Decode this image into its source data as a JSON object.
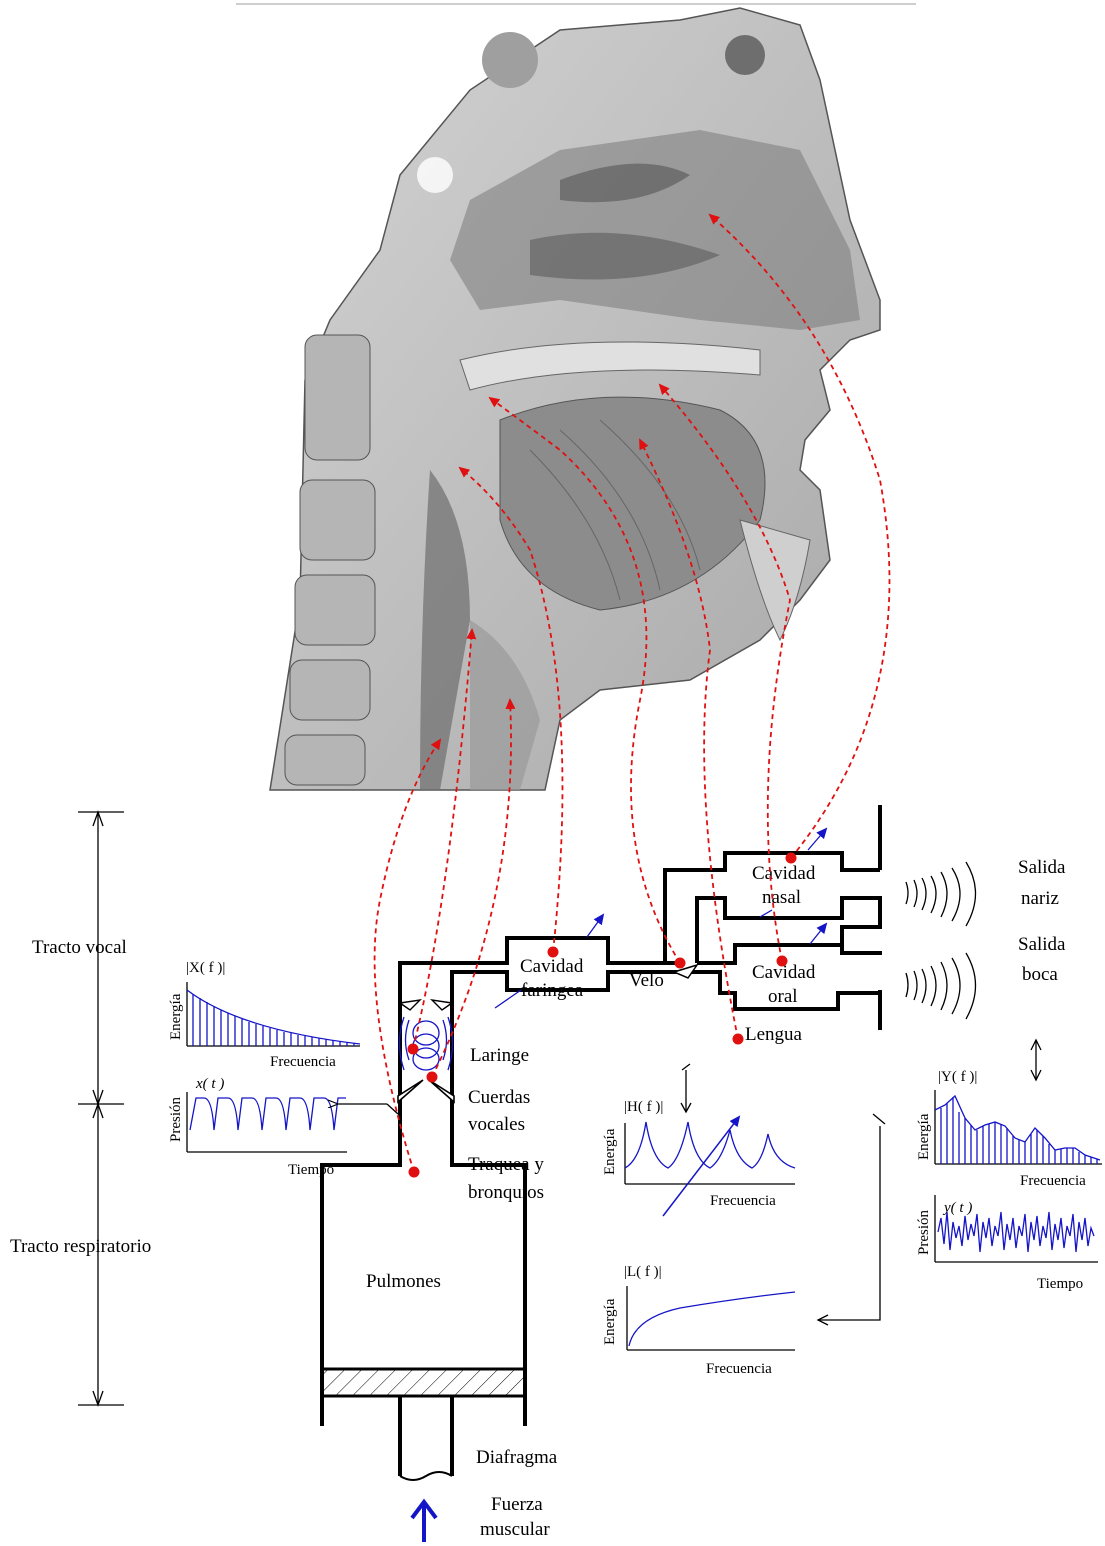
{
  "labels": {
    "tracto_vocal": "Tracto vocal",
    "tracto_respiratorio": "Tracto respiratorio",
    "cavidad_faringea_1": "Cavidad",
    "cavidad_faringea_2": "faringea",
    "cavidad_nasal_1": "Cavidad",
    "cavidad_nasal_2": "nasal",
    "cavidad_oral_1": "Cavidad",
    "cavidad_oral_2": "oral",
    "velo": "Velo",
    "lengua": "Lengua",
    "laringe": "Laringe",
    "cuerdas_1": "Cuerdas",
    "cuerdas_2": "vocales",
    "traquea_1": "Traquea y",
    "traquea_2": "bronquios",
    "pulmones": "Pulmones",
    "diafragma": "Diafragma",
    "fuerza_1": "Fuerza",
    "fuerza_2": "muscular",
    "salida_nariz_1": "Salida",
    "salida_nariz_2": "nariz",
    "salida_boca_1": "Salida",
    "salida_boca_2": "boca"
  },
  "graphs": {
    "X": {
      "title": "|X( f )|",
      "ylabel": "Energía",
      "xlabel": "Frecuencia"
    },
    "x": {
      "title": "x( t )",
      "ylabel": "Presión",
      "xlabel": "Tiempo"
    },
    "H": {
      "title": "|H( f )|",
      "ylabel": "Energía",
      "xlabel": "Frecuencia"
    },
    "L": {
      "title": "|L( f )|",
      "ylabel": "Energía",
      "xlabel": "Frecuencia"
    },
    "Y": {
      "title": "|Y( f )|",
      "ylabel": "Energía",
      "xlabel": "Frecuencia"
    },
    "y": {
      "title": "y( t )",
      "ylabel": "Presión",
      "xlabel": "Tiempo"
    }
  },
  "colors": {
    "mapping_lines": "#e01010",
    "signals": "#1515c8",
    "anatomy_background": "#bdbdbd"
  }
}
